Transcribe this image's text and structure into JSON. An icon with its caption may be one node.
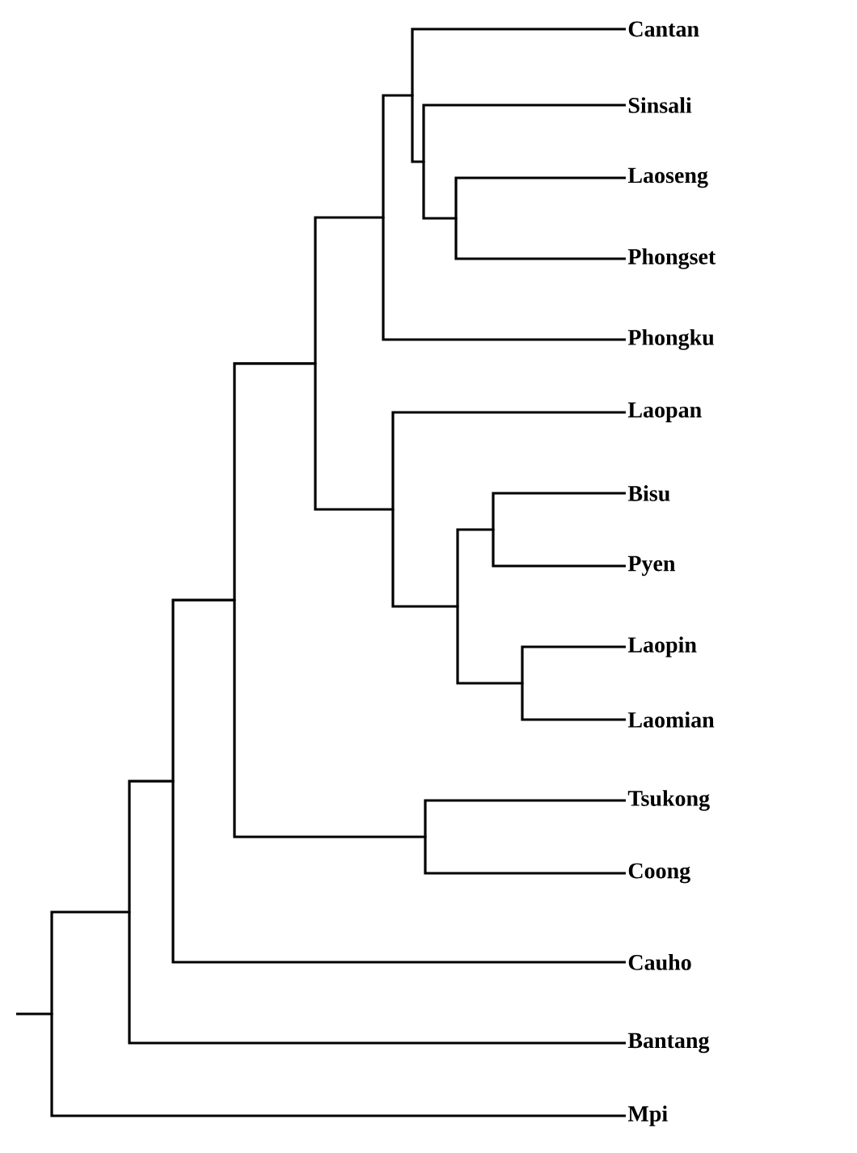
{
  "diagram": {
    "nodes": [
      {
        "text": [
          "Cantan"
        ]
      },
      {
        "text": [
          "Sinsali"
        ]
      },
      {
        "text": [
          "Laoseng"
        ]
      },
      {
        "text": [
          "Phongset"
        ]
      },
      {
        "text": [
          "Phongku"
        ]
      },
      {
        "text": [
          "Laopan"
        ]
      },
      {
        "text": [
          "Bisu"
        ]
      },
      {
        "text": [
          "Pyen"
        ]
      },
      {
        "text": [
          "Laopin"
        ]
      },
      {
        "text": [
          "Laomian"
        ]
      },
      {
        "text": [
          "Tsukong"
        ]
      },
      {
        "text": [
          "Coong"
        ]
      },
      {
        "text": [
          "Cauho"
        ]
      },
      {
        "text": [
          "Bantang"
        ]
      },
      {
        "text": [
          "Mpi"
        ]
      },
      {
        "text": [],
        "shape": "point"
      },
      {
        "text": [],
        "shape": "point"
      },
      {
        "text": [],
        "shape": "point"
      },
      {
        "text": [],
        "shape": "point"
      },
      {
        "text": [],
        "shape": "point"
      },
      {
        "text": [],
        "shape": "point"
      },
      {
        "text": [],
        "shape": "point"
      },
      {
        "text": [],
        "shape": "point"
      },
      {
        "text": [],
        "shape": "point"
      },
      {
        "text": [],
        "shape": "point"
      },
      {
        "text": [],
        "shape": "point"
      },
      {
        "text": [],
        "shape": "point"
      },
      {
        "text": [],
        "shape": "point"
      },
      {
        "text": [],
        "shape": "point"
      }
    ],
    "edges": [
      {
        "from": null,
        "to": 15,
        "arrow": "none"
      },
      {
        "from": 15,
        "to": 16,
        "arrow": "none"
      },
      {
        "from": 15,
        "to": 14,
        "arrow": "none"
      },
      {
        "from": 16,
        "to": 17,
        "arrow": "none"
      },
      {
        "from": 16,
        "to": 13,
        "arrow": "none"
      },
      {
        "from": 17,
        "to": 18,
        "arrow": "none"
      },
      {
        "from": 17,
        "to": 12,
        "arrow": "none"
      },
      {
        "from": 18,
        "to": 19,
        "arrow": "none"
      },
      {
        "from": 18,
        "to": 20,
        "arrow": "none"
      },
      {
        "from": 19,
        "to": 21,
        "arrow": "none"
      },
      {
        "from": 19,
        "to": 22,
        "arrow": "none"
      },
      {
        "from": 20,
        "to": 10,
        "arrow": "none"
      },
      {
        "from": 20,
        "to": 11,
        "arrow": "none"
      },
      {
        "from": 21,
        "to": 23,
        "arrow": "none"
      },
      {
        "from": 21,
        "to": 4,
        "arrow": "none"
      },
      {
        "from": 22,
        "to": 5,
        "arrow": "none"
      },
      {
        "from": 22,
        "to": 26,
        "arrow": "none"
      },
      {
        "from": 23,
        "to": 0,
        "arrow": "none"
      },
      {
        "from": 23,
        "to": 24,
        "arrow": "none"
      },
      {
        "from": 24,
        "to": 1,
        "arrow": "none"
      },
      {
        "from": 24,
        "to": 25,
        "arrow": "none"
      },
      {
        "from": 25,
        "to": 2,
        "arrow": "none"
      },
      {
        "from": 25,
        "to": 3,
        "arrow": "none"
      },
      {
        "from": 26,
        "to": 27,
        "arrow": "none"
      },
      {
        "from": 26,
        "to": 28,
        "arrow": "none"
      },
      {
        "from": 27,
        "to": 6,
        "arrow": "none"
      },
      {
        "from": 27,
        "to": 7,
        "arrow": "none"
      },
      {
        "from": 28,
        "to": 8,
        "arrow": "none"
      },
      {
        "from": 28,
        "to": 9,
        "arrow": "none"
      }
    ]
  }
}
